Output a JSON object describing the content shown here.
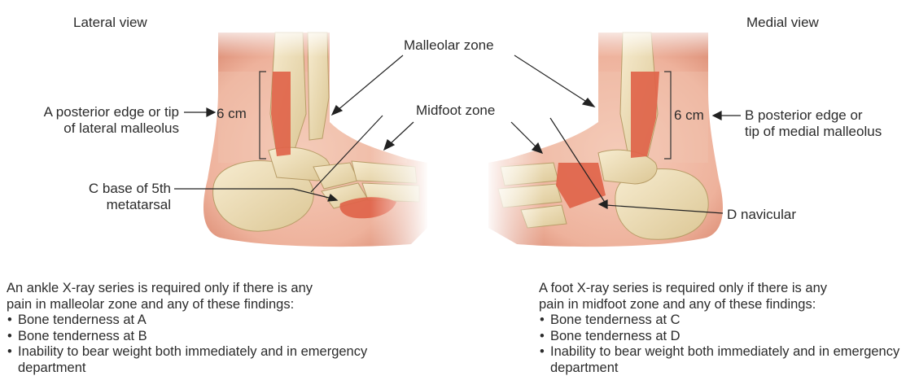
{
  "views": {
    "lateral": "Lateral view",
    "medial": "Medial view"
  },
  "labels": {
    "malleolar_zone": "Malleolar zone",
    "midfoot_zone": "Midfoot zone",
    "lateral_distance": "6 cm",
    "medial_distance": "6 cm",
    "point_a_line1": "A posterior edge or tip",
    "point_a_line2": "of lateral malleolus",
    "point_b_line1": "B posterior edge or",
    "point_b_line2": "tip of medial malleolus",
    "point_c_line1": "C base of 5th",
    "point_c_line2": "metatarsal",
    "point_d": "D navicular"
  },
  "ankle_criteria": {
    "line1": "An ankle X-ray series is required only if there is any",
    "line2": "pain in malleolar zone and any of these findings:",
    "items": [
      "Bone tenderness at A",
      "Bone tenderness at B",
      "Inability to bear weight both immediately and in emergency department"
    ]
  },
  "foot_criteria": {
    "line1": "A foot X-ray series is required only if there is any",
    "line2": "pain in midfoot zone and any of these findings:",
    "items": [
      "Bone tenderness at C",
      "Bone tenderness at D",
      "Inability to bear weight both immediately and in emergency department"
    ]
  },
  "colors": {
    "skin": "#f0b9a5",
    "skin_dark": "#d98d77",
    "zone": "#e0644a",
    "bone": "#eedfb8",
    "bone_shadow": "#c8b07e"
  }
}
